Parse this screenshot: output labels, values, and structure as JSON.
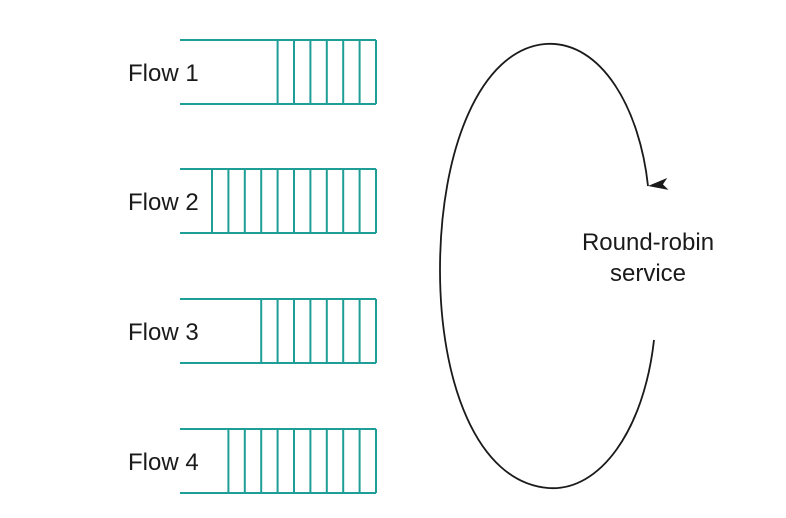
{
  "flows": [
    {
      "label": "Flow 1",
      "packets": 6
    },
    {
      "label": "Flow 2",
      "packets": 10
    },
    {
      "label": "Flow 3",
      "packets": 7
    },
    {
      "label": "Flow 4",
      "packets": 9
    }
  ],
  "service": {
    "line1": "Round-robin",
    "line2": "service"
  },
  "colors": {
    "queue": "#1e9e96",
    "text": "#1a1a1a",
    "background": "#ffffff"
  }
}
